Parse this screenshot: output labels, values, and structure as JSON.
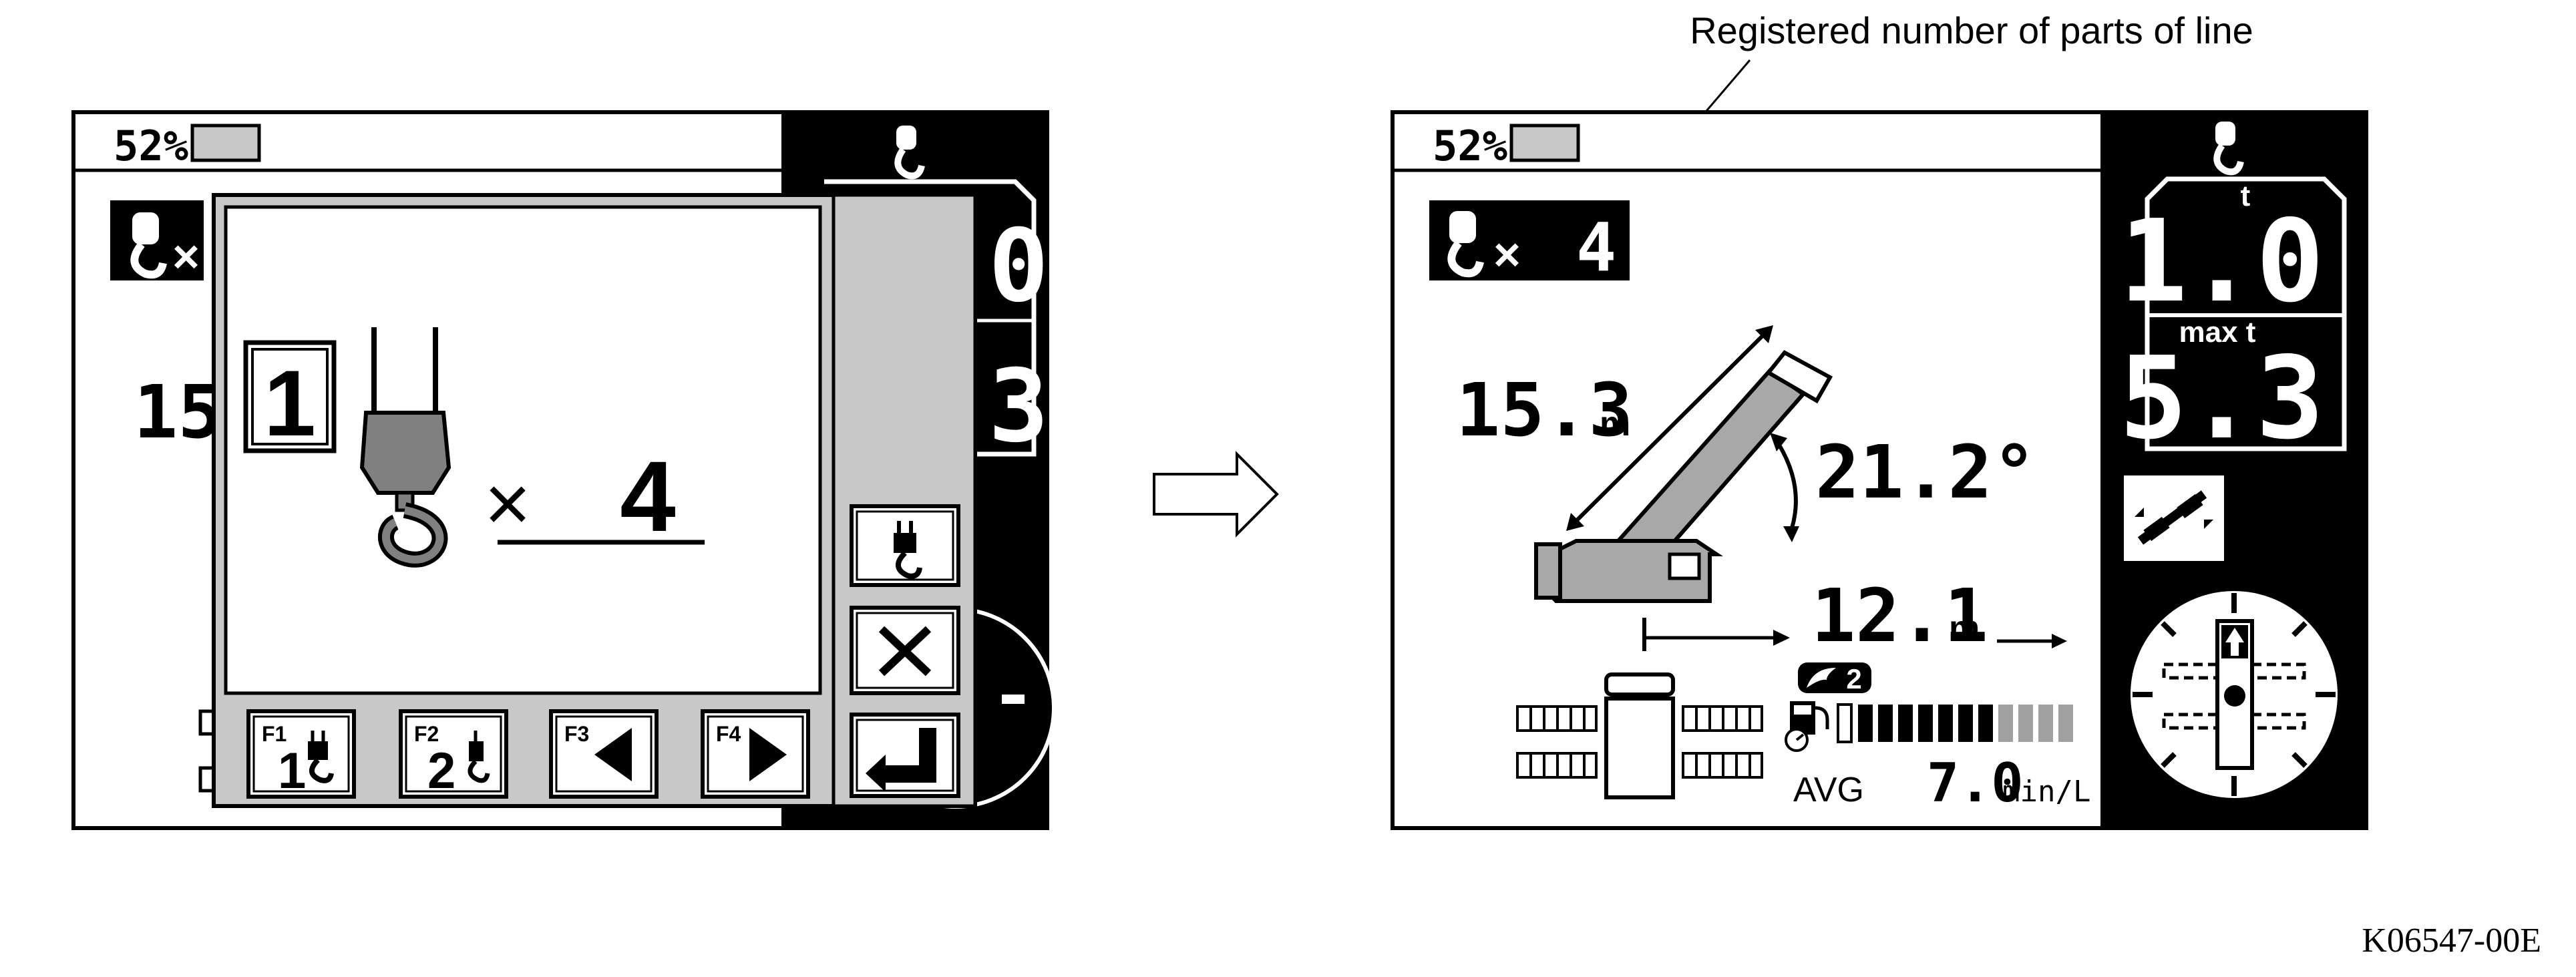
{
  "callout": {
    "text": "Registered number of parts of line"
  },
  "figure_id": "K06547-00E",
  "left_screen": {
    "battery_pct": "52%",
    "hook_badge_times": "×",
    "boom_len_partial": "15",
    "popup": {
      "selected_hook_number": "1",
      "multiply_sign": "×",
      "parts_value": "4",
      "f_keys": [
        {
          "tag": "F1",
          "number": "1"
        },
        {
          "tag": "F2",
          "number": "2"
        },
        {
          "tag": "F3",
          "icon": "left-triangle-icon"
        },
        {
          "tag": "F4",
          "icon": "right-triangle-icon"
        }
      ],
      "side_buttons": [
        "hook-icon",
        "close-icon",
        "enter-icon"
      ]
    }
  },
  "right_screen": {
    "battery_pct": "52%",
    "hook_badge": {
      "times": "×",
      "parts": "4"
    },
    "boom_length": {
      "value": "15.3",
      "unit": "m"
    },
    "boom_angle": "21.2°",
    "working_radius": {
      "value": "12.1",
      "unit": "m"
    },
    "load": {
      "unit": "t",
      "value": "1.0",
      "max_label": "max t",
      "max_value": "5.3"
    },
    "eco_level": "2",
    "fuel_avg": {
      "label": "AVG",
      "value": "7.0",
      "unit": "min/L"
    }
  },
  "colors": {
    "ink": "#000000",
    "panel_gray": "#c8c8c8",
    "hook_gray": "#808080",
    "bar_gray": "#a0a0a0"
  }
}
